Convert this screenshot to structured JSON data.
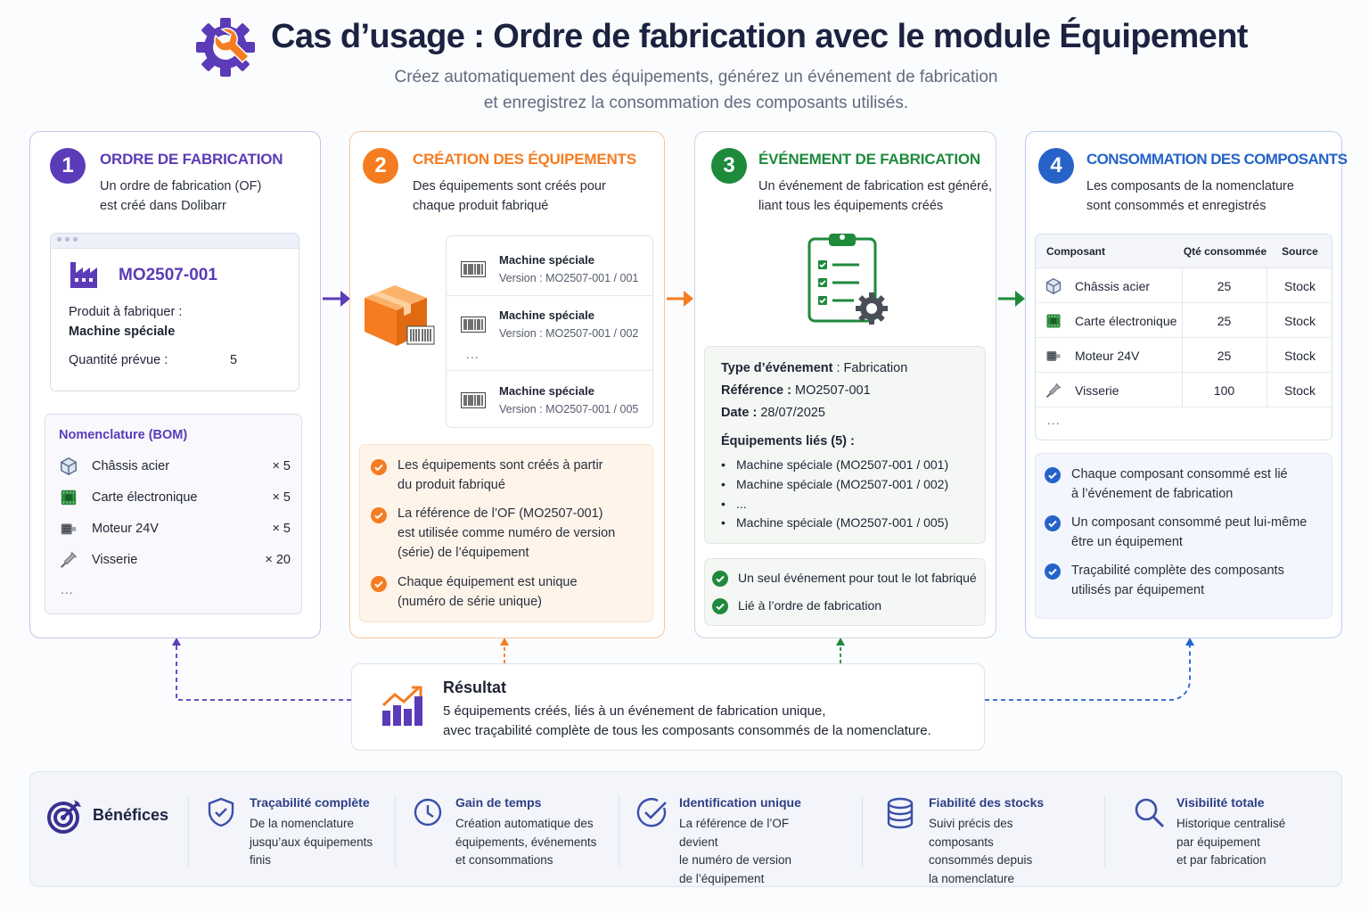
{
  "header": {
    "title": "Cas d’usage : Ordre de fabrication avec le module Équipement",
    "subtitle_line1": "Créez automatiquement des équipements, générez un événement de fabrication",
    "subtitle_line2": "et enregistrez la consommation des composants utilisés.",
    "icon": "gear-wrench-icon"
  },
  "colors": {
    "purple": "#5b3bb8",
    "orange": "#f57c20",
    "green": "#1e8a3c",
    "blue": "#2563c9"
  },
  "step1": {
    "number": "1",
    "title": "ORDRE DE FABRICATION",
    "description": "Un ordre de fabrication (OF)\nest créé dans Dolibarr",
    "mo": {
      "id": "MO2507-001",
      "product_label": "Produit à fabriquer :",
      "product": "Machine spéciale",
      "qty_label": "Quantité prévue :",
      "qty": "5"
    },
    "bom": {
      "title": "Nomenclature (BOM)",
      "items": [
        {
          "name": "Châssis acier",
          "qty": "× 5",
          "icon": "cube-icon"
        },
        {
          "name": "Carte électronique",
          "qty": "× 5",
          "icon": "circuit-board-icon"
        },
        {
          "name": "Moteur 24V",
          "qty": "× 5",
          "icon": "motor-icon"
        },
        {
          "name": "Visserie",
          "qty": "× 20",
          "icon": "screw-icon"
        }
      ],
      "more": "..."
    }
  },
  "step2": {
    "number": "2",
    "title": "CRÉATION DES ÉQUIPEMENTS",
    "description": "Des équipements sont créés pour\nchaque produit fabriqué",
    "equipments": [
      {
        "name": "Machine spéciale",
        "version": "Version : MO2507-001 / 001"
      },
      {
        "name": "Machine spéciale",
        "version": "Version : MO2507-001 / 002"
      },
      {
        "name": "Machine spéciale",
        "version": "Version : MO2507-001 / 005"
      }
    ],
    "more": "...",
    "notes": [
      "Les équipements sont créés à partir\ndu produit fabriqué",
      "La référence de l’OF (MO2507-001)\nest utilisée comme numéro de version\n(série) de l’équipement",
      "Chaque équipement est unique\n(numéro de série unique)"
    ]
  },
  "step3": {
    "number": "3",
    "title": "ÉVÉNEMENT DE FABRICATION",
    "description": "Un événement de fabrication est généré,\nliant tous les équipements créés",
    "event": {
      "type_label": "Type d’événement",
      "type": " : Fabrication",
      "ref_label": "Référence :",
      "ref": " MO2507-001",
      "date_label": "Date :",
      "date": " 28/07/2025",
      "linked_label": "Équipements liés (5) :",
      "linked": [
        "Machine spéciale (MO2507-001 / 001)",
        "Machine spéciale (MO2507-001 / 002)",
        "...",
        "Machine spéciale (MO2507-001 / 005)"
      ]
    },
    "notes": [
      "Un seul événement pour tout le lot fabriqué",
      "Lié à l’ordre de fabrication"
    ]
  },
  "step4": {
    "number": "4",
    "title": "CONSOMMATION DES COMPOSANTS",
    "description": "Les composants de la nomenclature\nsont consommés et enregistrés",
    "table": {
      "headers": [
        "Composant",
        "Qté consommée",
        "Source"
      ],
      "rows": [
        {
          "name": "Châssis acier",
          "qty": "25",
          "source": "Stock",
          "icon": "cube-icon"
        },
        {
          "name": "Carte électronique",
          "qty": "25",
          "source": "Stock",
          "icon": "circuit-board-icon"
        },
        {
          "name": "Moteur 24V",
          "qty": "25",
          "source": "Stock",
          "icon": "motor-icon"
        },
        {
          "name": "Visserie",
          "qty": "100",
          "source": "Stock",
          "icon": "screw-icon"
        }
      ],
      "more": "..."
    },
    "notes": [
      "Chaque composant consommé est lié\nà l’événement de fabrication",
      "Un composant consommé peut lui-même\nêtre un équipement",
      "Traçabilité complète des composants\nutilisés par équipement"
    ]
  },
  "result": {
    "title": "Résultat",
    "text": "5 équipements créés, liés à un événement de fabrication unique,\navec traçabilité complète de tous les composants consommés de la nomenclature."
  },
  "benefits": {
    "title": "Bénéfices",
    "items": [
      {
        "title": "Traçabilité complète",
        "desc": "De la nomenclature\njusqu’aux équipements\nfinis",
        "icon": "shield-check-icon"
      },
      {
        "title": "Gain de temps",
        "desc": "Création automatique des\néquipements, événements\net consommations",
        "icon": "clock-icon"
      },
      {
        "title": "Identification unique",
        "desc": "La référence de l’OF devient\nle numéro de version\nde l’équipement",
        "icon": "check-circle-icon"
      },
      {
        "title": "Fiabilité des stocks",
        "desc": "Suivi précis des composants\nconsommés depuis\nla nomenclature",
        "icon": "database-icon"
      },
      {
        "title": "Visibilité totale",
        "desc": "Historique centralisé\npar équipement\net par fabrication",
        "icon": "search-icon"
      }
    ]
  }
}
